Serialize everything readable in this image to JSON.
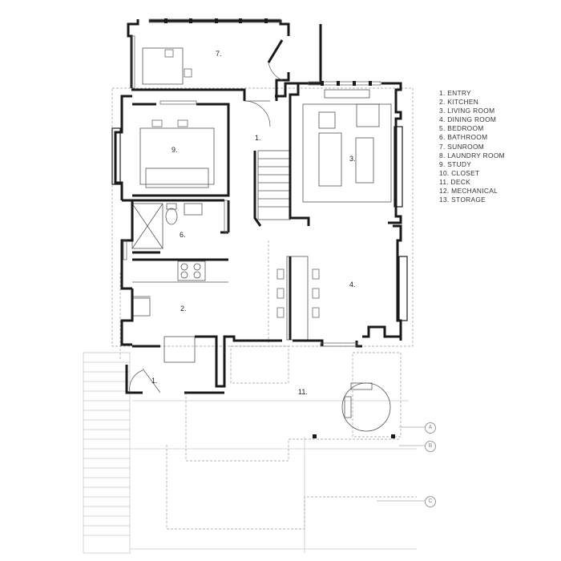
{
  "rooms": [
    {
      "num": "1."
    },
    {
      "num": "1."
    },
    {
      "num": "2."
    },
    {
      "num": "3."
    },
    {
      "num": "4."
    },
    {
      "num": "6."
    },
    {
      "num": "7."
    },
    {
      "num": "9."
    },
    {
      "num": "11."
    }
  ],
  "legend": [
    "1.  ENTRY",
    "2.  KITCHEN",
    "3.  LIVING ROOM",
    "4.  DINING ROOM",
    "5.  BEDROOM",
    "6.  BATHROOM",
    "7.  SUNROOM",
    "8.  LAUNDRY ROOM",
    "9.  STUDY",
    "10. CLOSET",
    "11. DECK",
    "12. MECHANICAL",
    "13. STORAGE"
  ],
  "grid_markers": [
    "A",
    "B",
    "C"
  ],
  "colors": {
    "wall": "#1a1a1a",
    "thin": "#555555",
    "dash": "#999999",
    "faint": "#c8c8c8"
  }
}
